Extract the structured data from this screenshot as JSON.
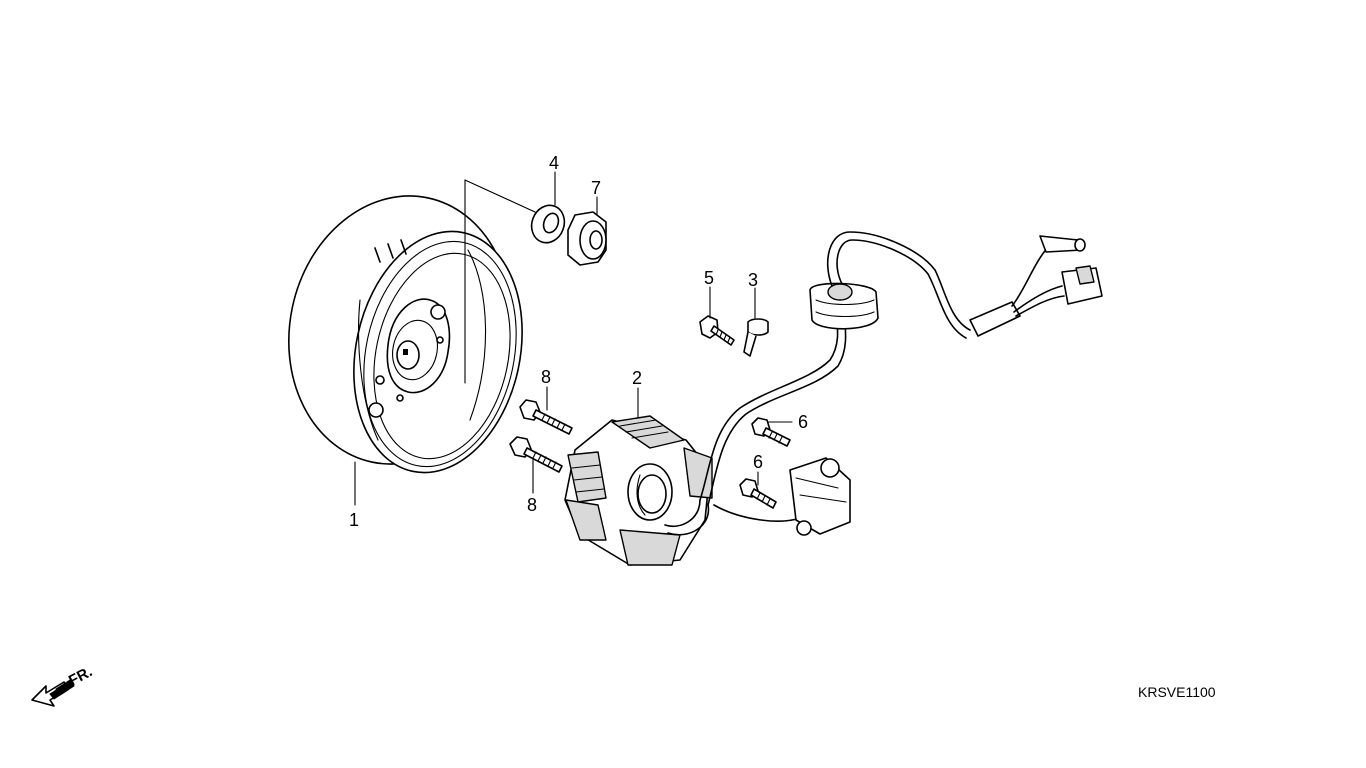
{
  "diagram": {
    "code": "KRSVE1100",
    "direction_label": "FR.",
    "direction_icon": "front-arrow-icon",
    "callouts": [
      {
        "id": "1",
        "part": "flywheel"
      },
      {
        "id": "2",
        "part": "stator"
      },
      {
        "id": "3",
        "part": "clamp"
      },
      {
        "id": "4",
        "part": "washer"
      },
      {
        "id": "5",
        "part": "bolt"
      },
      {
        "id": "6",
        "part": "bolt"
      },
      {
        "id": "6",
        "part": "bolt"
      },
      {
        "id": "7",
        "part": "nut"
      },
      {
        "id": "8",
        "part": "bolt"
      },
      {
        "id": "8",
        "part": "bolt"
      }
    ]
  }
}
